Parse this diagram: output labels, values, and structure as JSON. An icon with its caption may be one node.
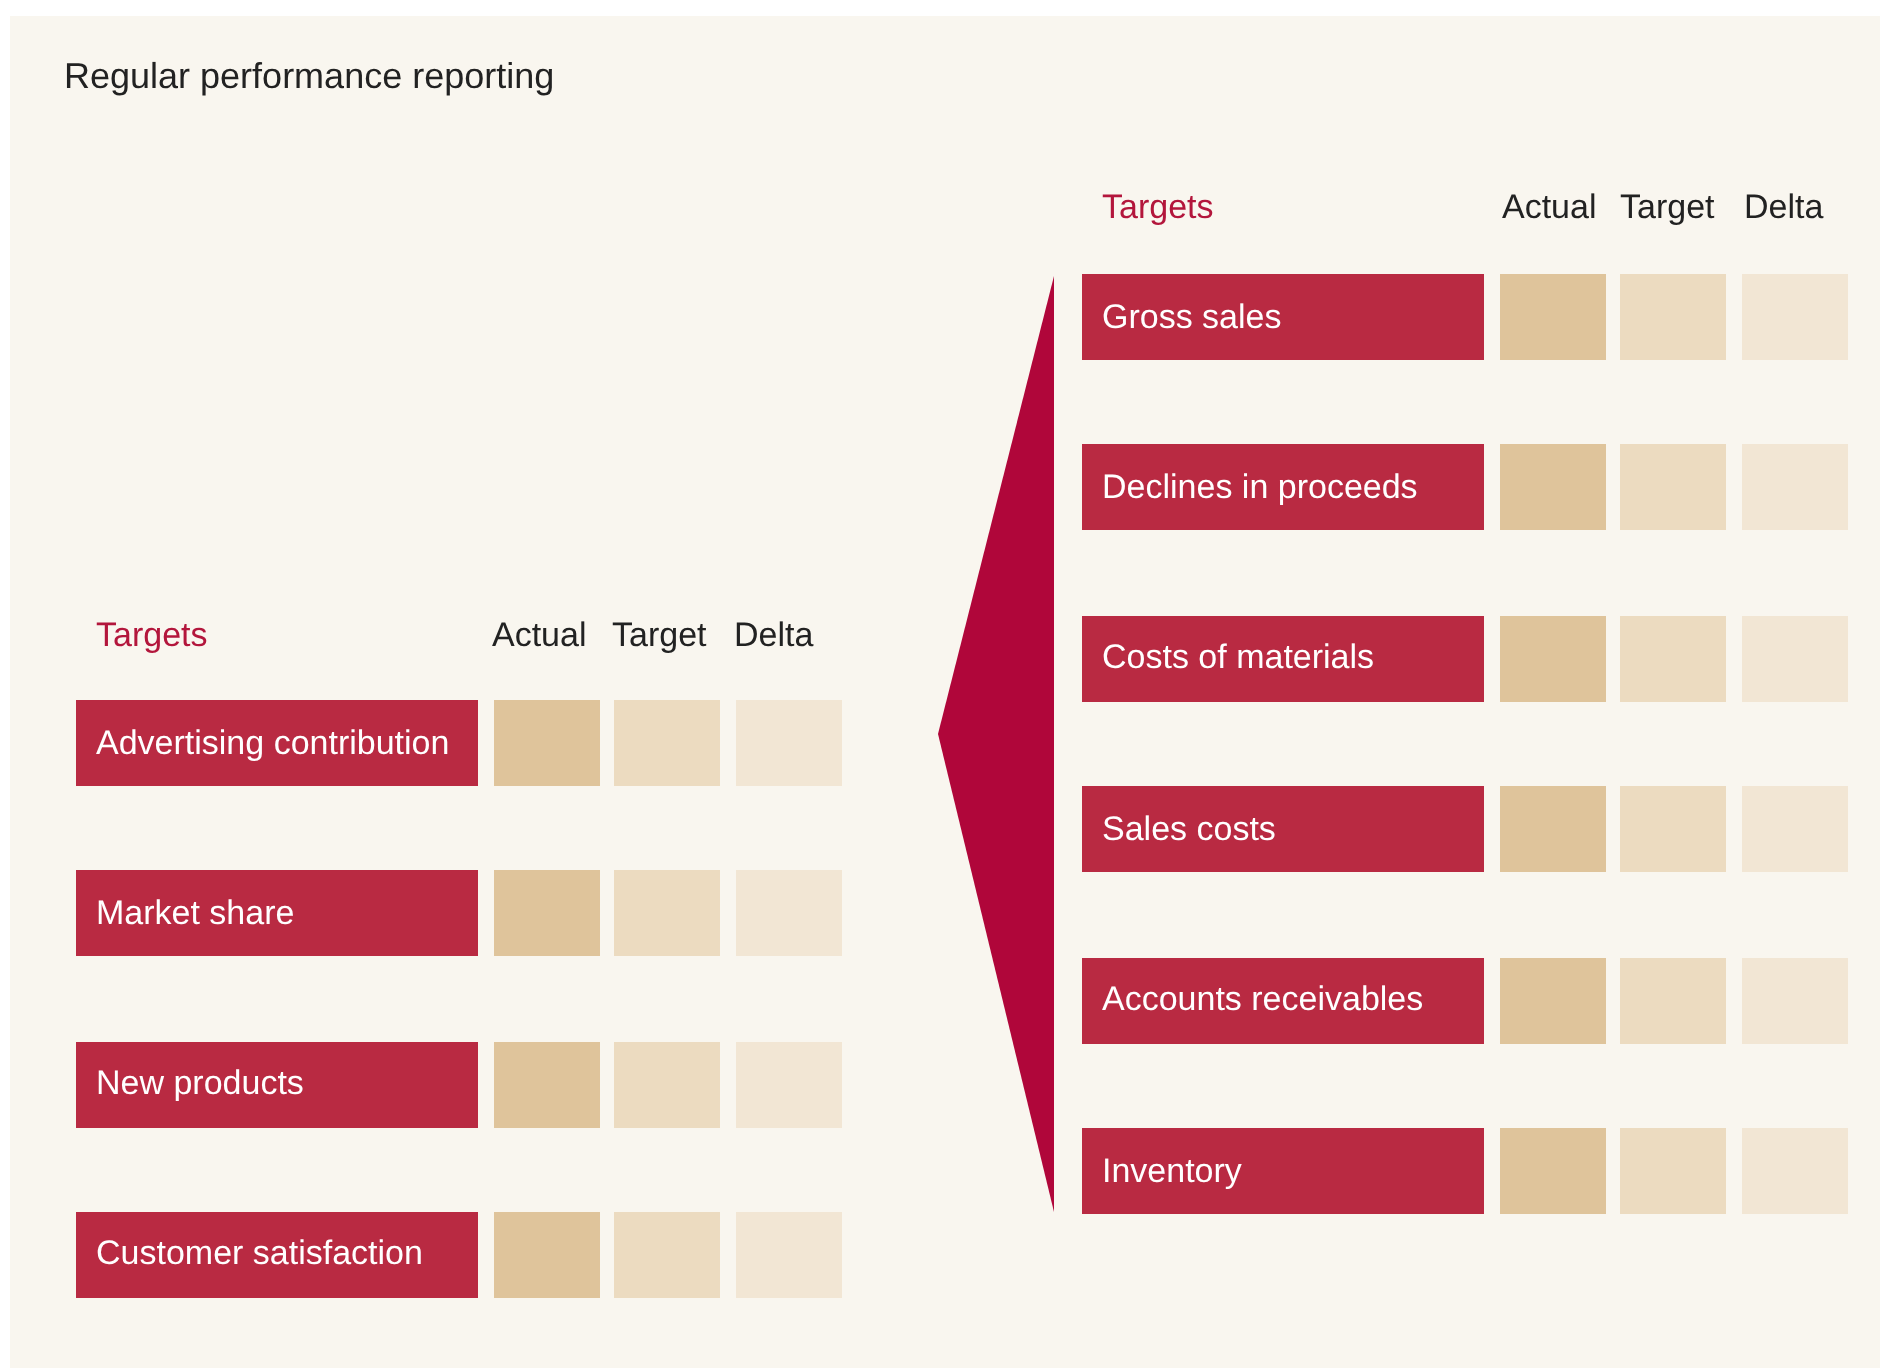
{
  "diagram": {
    "title": "Regular performance reporting",
    "nodes": [
      {
        "text": [
          "Advertising contribution"
        ]
      },
      {
        "text": [],
        "shape": "box"
      },
      {
        "text": [],
        "shape": "box"
      },
      {
        "text": [],
        "shape": "box"
      },
      {
        "text": [
          "Market share"
        ]
      },
      {
        "text": [],
        "shape": "box"
      },
      {
        "text": [],
        "shape": "box"
      },
      {
        "text": [],
        "shape": "box"
      },
      {
        "text": [
          "New products"
        ]
      },
      {
        "text": [],
        "shape": "box"
      },
      {
        "text": [],
        "shape": "box"
      },
      {
        "text": [],
        "shape": "box"
      },
      {
        "text": [
          "Customer satisfaction"
        ]
      },
      {
        "text": [],
        "shape": "box"
      },
      {
        "text": [],
        "shape": "box"
      },
      {
        "text": [],
        "shape": "box"
      },
      {
        "text": [
          "Gross sales"
        ]
      },
      {
        "text": [],
        "shape": "box"
      },
      {
        "text": [],
        "shape": "box"
      },
      {
        "text": [],
        "shape": "box"
      },
      {
        "text": [
          "Declines in proceeds"
        ]
      },
      {
        "text": [],
        "shape": "box"
      },
      {
        "text": [],
        "shape": "box"
      },
      {
        "text": [],
        "shape": "box"
      },
      {
        "text": [
          "Costs of materials"
        ]
      },
      {
        "text": [],
        "shape": "box"
      },
      {
        "text": [],
        "shape": "box"
      },
      {
        "text": [],
        "shape": "box"
      },
      {
        "text": [
          "Sales costs"
        ]
      },
      {
        "text": [],
        "shape": "box"
      },
      {
        "text": [],
        "shape": "box"
      },
      {
        "text": [],
        "shape": "box"
      },
      {
        "text": [
          "Accounts receivables"
        ]
      },
      {
        "text": [],
        "shape": "box"
      },
      {
        "text": [],
        "shape": "box"
      },
      {
        "text": [],
        "shape": "box"
      },
      {
        "text": [
          "Inventory"
        ]
      },
      {
        "text": [],
        "shape": "box"
      },
      {
        "text": [],
        "shape": "box"
      },
      {
        "text": [],
        "shape": "box"
      },
      {
        "text": [],
        "shape": "triangle"
      }
    ],
    "labels": [
      "Targets",
      "Actual",
      "Target",
      "Delta",
      "Targets",
      "Actual",
      "Target",
      "Delta"
    ]
  }
}
